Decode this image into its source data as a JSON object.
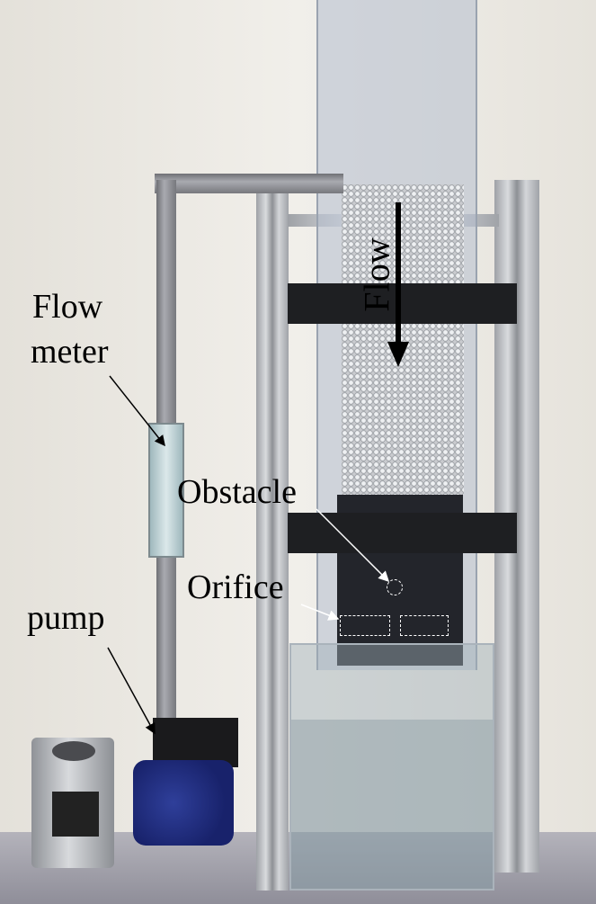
{
  "labels": {
    "flow_meter_line1": "Flow",
    "flow_meter_line2": "meter",
    "obstacle": "Obstacle",
    "orifice": "Orifice",
    "pump": "pump",
    "flow_direction": "Flow"
  },
  "colors": {
    "annotation": "#000000",
    "highlight_dashes": "#ffffff",
    "motor_blue": "#1f2a80"
  }
}
